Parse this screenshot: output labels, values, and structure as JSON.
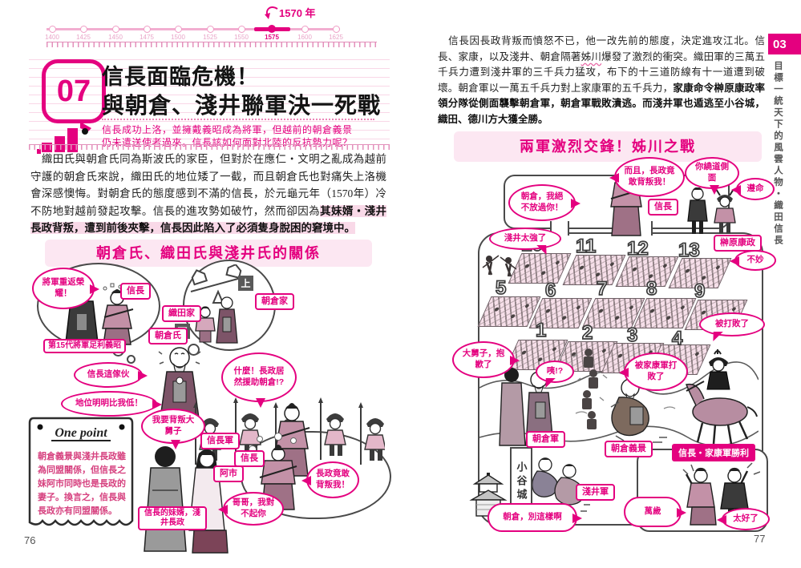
{
  "colors": {
    "accent": "#e4007f",
    "banner_bg": "#fce7f2",
    "highlight": "#f9d9e8",
    "dark_tag_bg": "#595959",
    "frame_gray": "#4a4a4a"
  },
  "page_left": {
    "page_number": "76",
    "timeline": {
      "marker_label": "1570 年",
      "years": [
        "1400",
        "1425",
        "1450",
        "1475",
        "1500",
        "1525",
        "1550",
        "1575",
        "1600",
        "1625"
      ],
      "active_year": "1575"
    },
    "header": {
      "lesson_number": "07",
      "title_line1": "信長面臨危機！",
      "title_line2": "與朝倉、淺井聯軍決一死戰",
      "subtitle_line1": "信長成功上洛，並擁戴義昭成為將軍，但越前的朝倉義景",
      "subtitle_line2": "仍未遣送使者過來。信長該如何面對北陸的反抗勢力呢？"
    },
    "body": {
      "normal": "　織田氏與朝倉氏同為斯波氏的家臣，但對於在應仁・文明之亂成為越前守護的朝倉氏來說，織田氏的地位矮了一截，而且朝倉氏也對痛失上洛機會深感懊悔。對朝倉氏的態度感到不滿的信長，於元龜元年（1570年）冷不防地對越前發起攻擊。信長的進攻勢如破竹，然而卻因為",
      "bold": "其妹婿・淺井長政背叛，遭到前後夾擊，信長因此陷入了必須隻身脫困的窘境中。"
    },
    "section_title": "朝倉氏、織田氏與淺井氏的關係",
    "diagram": {
      "bubble_shogun_glory": "將軍重返榮耀！",
      "label_nobunaga_top": "信長",
      "label_yoshiaki": "第15代將軍足利義昭",
      "label_oda_family": "織田家",
      "tag_down": "下",
      "label_asakura_family": "朝倉家",
      "tag_up": "上",
      "label_asakura_clan": "朝倉氏",
      "bubble_that_guy": "信長這傢伙",
      "bubble_status": "地位明明比我低！",
      "bubble_what": "什麼！長政居然援助朝倉!?",
      "label_nobunaga_army": "信長軍",
      "bubble_betray": "我要背叛大舅子",
      "label_nobunaga_mid": "信長",
      "label_oichi": "阿市",
      "bubble_rage": "長政竟敢背叛我！",
      "bubble_sorry_brother": "哥哥，我對不起你",
      "label_nagamasa": "信長的妹婿，淺井長政"
    },
    "one_point": {
      "heading": "One point",
      "text": "朝倉義景與淺井長政雖為同盟關係，但信長之妹阿市同時也是長政的妻子。換言之，信長與長政亦有同盟關係。"
    }
  },
  "page_right": {
    "page_number": "77",
    "body": {
      "normal1": "　信長因長政背叛而憤怒不已，他一改先前的態度，決定進攻江北。信長、家康，以及淺井、朝倉隔著",
      "underlined": "姊川",
      "normal2": "爆發了激烈的衝突。織田軍的三萬五千兵力遭到淺井軍的三千兵力猛攻，布下的十三道防線有十一道遭到破壞。朝倉軍以一萬五千兵力對上家康軍的五千兵力，",
      "bold": "家康命令榊原康政率領分隊從側面襲擊朝倉軍，朝倉軍戰敗潰逃。而淺井軍也遁逃至小谷城，織田、德川方大獲全勝。"
    },
    "section_title": "兩軍激烈交鋒！姊川之戰",
    "diagram": {
      "bubble_not_forgive": "朝倉，我絕不放過你！",
      "bubble_and_nagamasa": "而且，長政竟敢背叛我！",
      "label_nobunaga": "信長",
      "bubble_flank": "你繞道側面",
      "bubble_obey": "遵命",
      "label_sakakibara": "榊原康政",
      "bubble_not_good": "不妙",
      "bubble_azai_strong": "淺井太強了",
      "defense_lines": [
        "1",
        "2",
        "3",
        "4",
        "5",
        "6",
        "7",
        "8",
        "9",
        "10",
        "11",
        "12",
        "13"
      ],
      "bubble_beaten": "被打敗了",
      "bubble_sorry": "大舅子，抱歉了",
      "bubble_eh": "咦!?",
      "bubble_beaten_by_ieyasu": "被家康軍打敗了",
      "label_asakura_army": "朝倉軍",
      "label_yoshikage": "朝倉義景",
      "label_victory": "信長・家康軍勝利",
      "castle_sign": "小谷城",
      "label_azai_army": "淺井軍",
      "bubble_dont": "朝倉，別這樣啊",
      "bubble_banzai": "萬歲",
      "bubble_great": "太好了"
    }
  },
  "side_tab": {
    "chapter_number": "03",
    "chapter_title": "目標一統天下的風雲人物・織田信長"
  }
}
